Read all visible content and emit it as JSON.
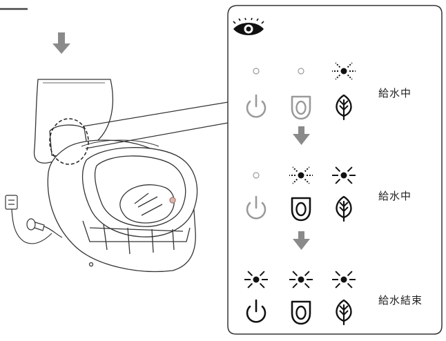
{
  "panel": {
    "steps": [
      {
        "status_label": "給水中",
        "indicators": [
          {
            "icon": "power-icon",
            "lamp": "off"
          },
          {
            "icon": "toilet-seat-icon",
            "lamp": "off"
          },
          {
            "icon": "leaf-icon",
            "lamp": "blinking"
          }
        ]
      },
      {
        "status_label": "給水中",
        "indicators": [
          {
            "icon": "power-icon",
            "lamp": "off"
          },
          {
            "icon": "toilet-seat-icon",
            "lamp": "blinking"
          },
          {
            "icon": "leaf-icon",
            "lamp": "on"
          }
        ]
      },
      {
        "status_label": "給水結束",
        "indicators": [
          {
            "icon": "power-icon",
            "lamp": "on"
          },
          {
            "icon": "toilet-seat-icon",
            "lamp": "on"
          },
          {
            "icon": "leaf-icon",
            "lamp": "on"
          }
        ]
      }
    ]
  },
  "colors": {
    "active": "#111111",
    "inactive": "#9a9a9a",
    "line": "#333333",
    "arrow": "#8a8a8a"
  }
}
